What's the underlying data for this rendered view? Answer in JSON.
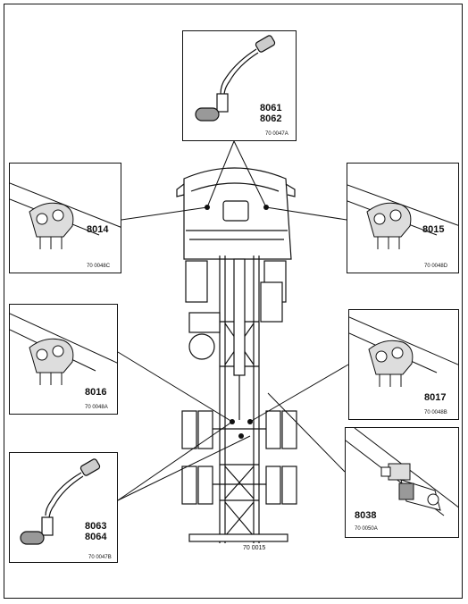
{
  "figure": {
    "figure_ref": "70 0015",
    "insets": [
      {
        "id": "top",
        "codes": [
          "8061",
          "8062"
        ],
        "ref": "70 0047A"
      },
      {
        "id": "upper-left",
        "codes": [
          "8014"
        ],
        "ref": "70 0048C"
      },
      {
        "id": "upper-right",
        "codes": [
          "8015"
        ],
        "ref": "70 0048D"
      },
      {
        "id": "middle-left",
        "codes": [
          "8016"
        ],
        "ref": "70 0048A"
      },
      {
        "id": "middle-right",
        "codes": [
          "8017"
        ],
        "ref": "70 0048B"
      },
      {
        "id": "lower-left",
        "codes": [
          "8063",
          "8064"
        ],
        "ref": "70 0047B"
      },
      {
        "id": "lower-right",
        "codes": [
          "8038"
        ],
        "ref": "70 0050A"
      }
    ]
  }
}
